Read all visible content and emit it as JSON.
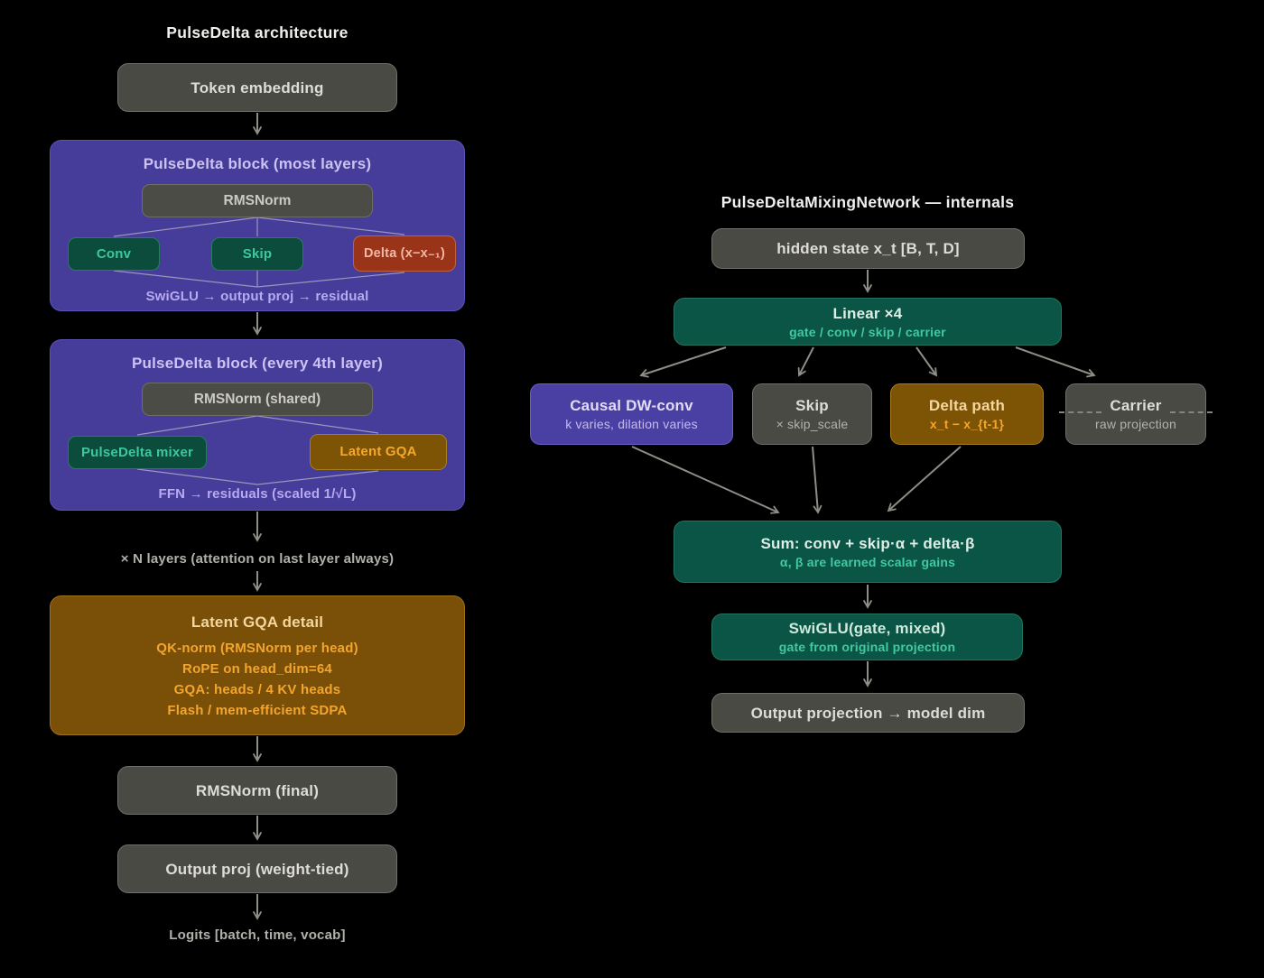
{
  "left": {
    "title": "PulseDelta architecture",
    "token_embedding": "Token embedding",
    "block_most": {
      "title": "PulseDelta block (most layers)",
      "rmsnorm": "RMSNorm",
      "conv": "Conv",
      "skip": "Skip",
      "delta": "Delta (x−x₋₁)",
      "footer": "SwiGLU → output proj → residual"
    },
    "block_4th": {
      "title": "PulseDelta block (every 4th layer)",
      "rmsnorm": "RMSNorm (shared)",
      "mixer": "PulseDelta mixer",
      "latent_gqa": "Latent GQA",
      "footer": "FFN → residuals (scaled 1/√L)"
    },
    "layers_note": "× N layers (attention on last layer always)",
    "gqa_detail": {
      "title": "Latent GQA detail",
      "lines": [
        "QK-norm (RMSNorm per head)",
        "RoPE on head_dim=64",
        "GQA: heads / 4 KV heads",
        "Flash / mem-efficient SDPA"
      ]
    },
    "rmsnorm_final": "RMSNorm (final)",
    "output_proj": "Output proj (weight-tied)",
    "logits": "Logits [batch, time, vocab]"
  },
  "right": {
    "title": "PulseDeltaMixingNetwork — internals",
    "hidden_state": "hidden state x_t [B, T, D]",
    "linear": {
      "title": "Linear ×4",
      "subtitle": "gate / conv / skip / carrier"
    },
    "paths": {
      "conv": {
        "title": "Causal DW-conv",
        "subtitle": "k varies, dilation varies"
      },
      "skip": {
        "title": "Skip",
        "subtitle": "× skip_scale"
      },
      "delta": {
        "title": "Delta path",
        "subtitle": "x_t − x_{t-1}"
      },
      "carrier": {
        "title": "Carrier",
        "subtitle": "raw projection"
      }
    },
    "sum": {
      "title": "Sum: conv + skip·α + delta·β",
      "subtitle": "α, β are learned scalar gains"
    },
    "swiglu": {
      "title": "SwiGLU(gate, mixed)",
      "subtitle": "gate from original projection"
    },
    "output_projection": "Output projection → model dim"
  },
  "colors": {
    "background": "#000000",
    "gray_box": "#4a4a45",
    "purple_block": "#463c99",
    "teal_box": "#0b5546",
    "green_box": "#0c4c3c",
    "rust_box": "#9a3419",
    "amber_box": "#7d5305",
    "teal_text": "#41c9a1",
    "lavender_text": "#c4bbee",
    "orange_text": "#f2a52f",
    "arrow": "#8e8e87"
  }
}
